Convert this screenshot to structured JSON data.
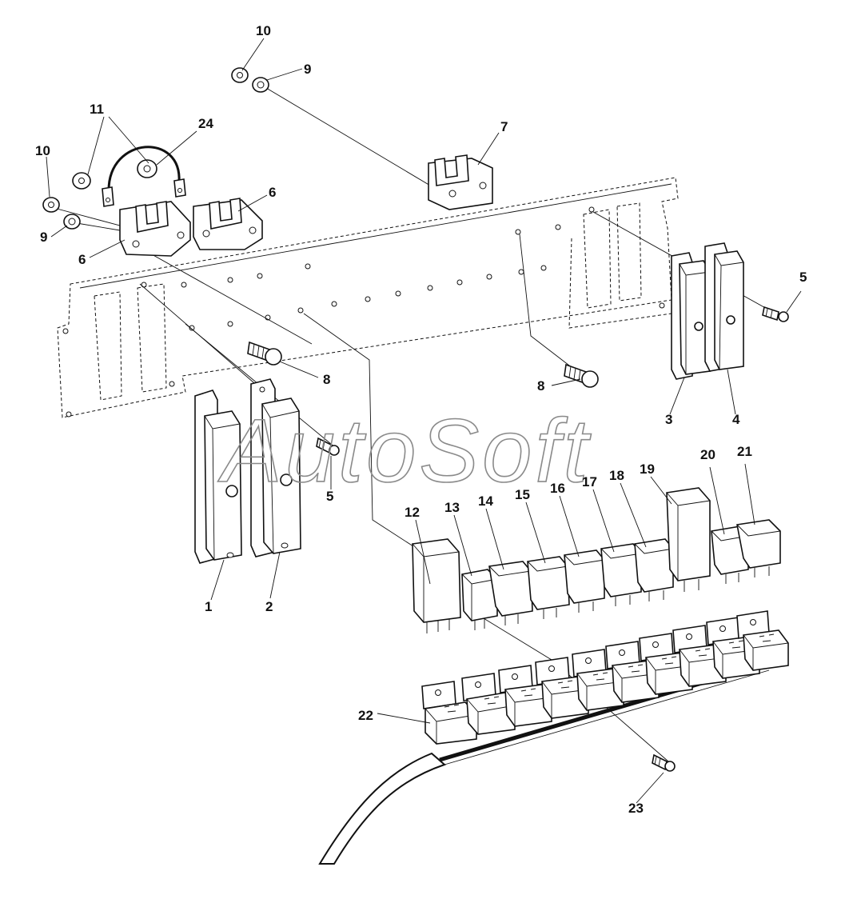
{
  "watermark": "AutoSoft",
  "callouts": [
    "1",
    "2",
    "3",
    "4",
    "5",
    "5",
    "6",
    "6",
    "7",
    "8",
    "8",
    "9",
    "9",
    "10",
    "10",
    "11",
    "12",
    "13",
    "14",
    "15",
    "16",
    "17",
    "18",
    "19",
    "20",
    "21",
    "22",
    "23",
    "24"
  ]
}
